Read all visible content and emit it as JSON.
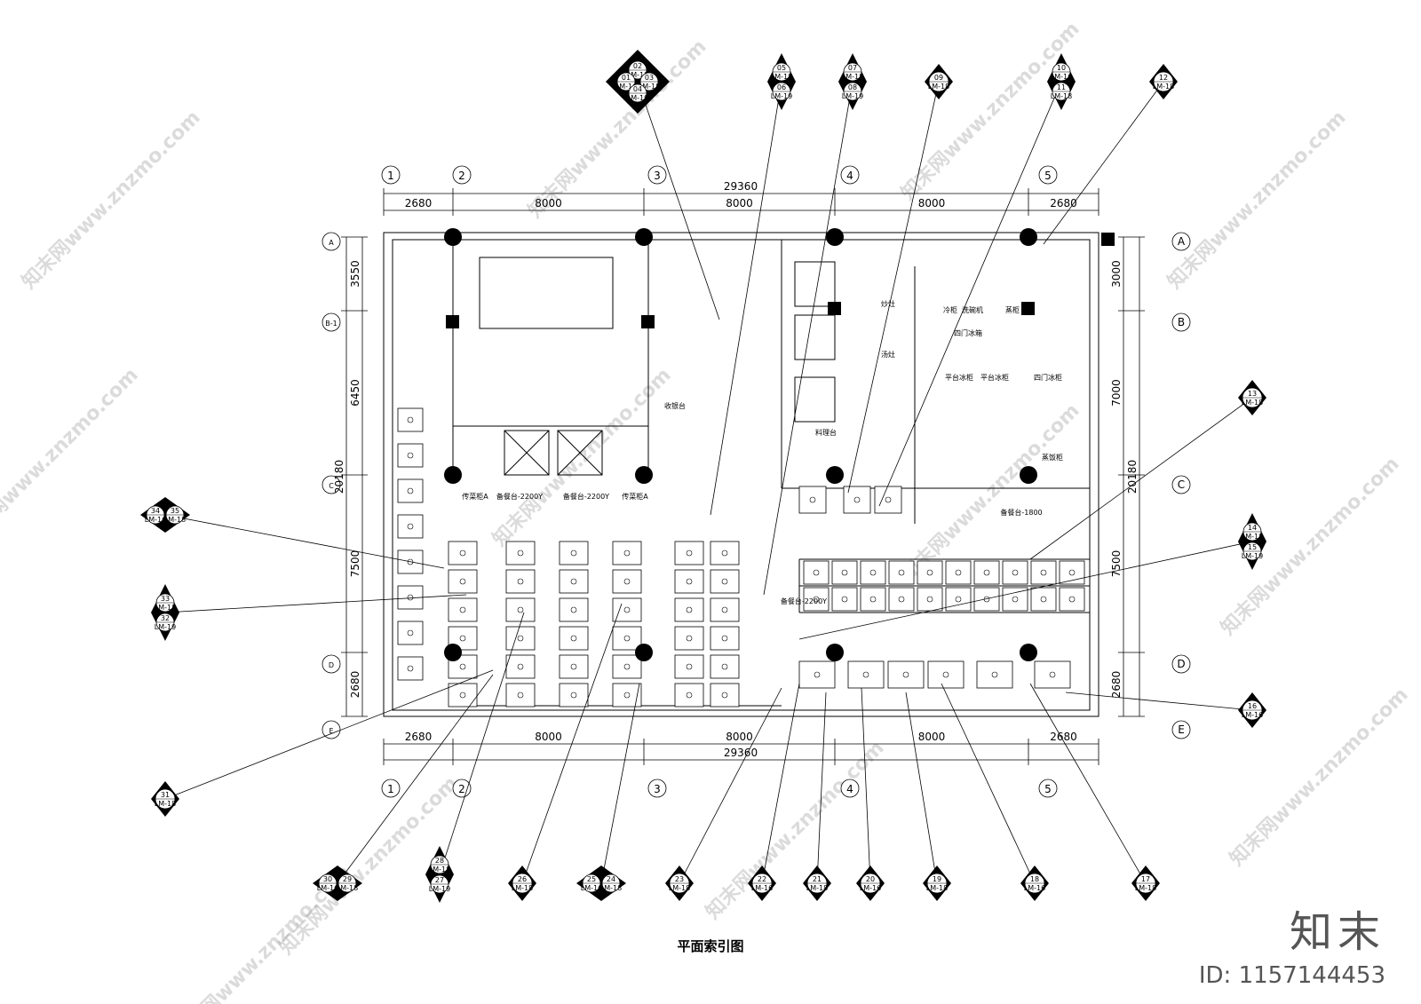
{
  "drawing_title": "平面索引图",
  "dimensions": {
    "top_total": "29360",
    "top_segments": [
      "2680",
      "8000",
      "8000",
      "8000",
      "2680"
    ],
    "bottom_total": "29360",
    "bottom_segments": [
      "2680",
      "8000",
      "8000",
      "8000",
      "2680"
    ],
    "left_total": "20180",
    "left_segments": [
      "3550",
      "6450",
      "7500",
      "2680"
    ],
    "right_total": "20180",
    "right_segments": [
      "3000",
      "7000",
      "7500",
      "2680"
    ]
  },
  "grid_columns": [
    "1",
    "2",
    "3",
    "4",
    "5"
  ],
  "grid_rows_left": [
    "A",
    "B-1",
    "C",
    "D",
    "E"
  ],
  "grid_rows_right": [
    "A",
    "B",
    "C",
    "D",
    "E"
  ],
  "room_labels": {
    "cashier": "收银台",
    "counter1": "传菜柜A",
    "counter2": "备餐台-2200Y",
    "counter3": "备餐台-2200Y",
    "counter4": "传菜柜A",
    "prep": "料理台",
    "k1": "冷柜",
    "k2": "洗碗机",
    "k3": "蒸柜",
    "k4": "四门冰箱",
    "k5": "平台冰柜",
    "k6": "平台冰柜",
    "k7": "四门冰柜",
    "k8": "备餐台-1800",
    "k9": "蒸饭柜",
    "k10": "备餐台-2200Y",
    "k11": "炒灶",
    "k12": "汤灶"
  },
  "index_symbols": [
    {
      "nums": [
        "02",
        "01",
        "03",
        "04"
      ],
      "sheets": [
        "LM-18",
        "LM-16",
        "LM-18",
        "LM-19"
      ]
    },
    {
      "nums": [
        "05",
        "06"
      ],
      "sheets": [
        "LM-18",
        "LM-19"
      ]
    },
    {
      "nums": [
        "07",
        "08"
      ],
      "sheets": [
        "LM-18",
        "LM-19"
      ]
    },
    {
      "nums": [
        "09"
      ],
      "sheets": [
        "LM-18"
      ]
    },
    {
      "nums": [
        "10",
        "11"
      ],
      "sheets": [
        "LM-16",
        "LM-18"
      ]
    },
    {
      "nums": [
        "12"
      ],
      "sheets": [
        "LM-18"
      ]
    },
    {
      "nums": [
        "13"
      ],
      "sheets": [
        "LM-18"
      ]
    },
    {
      "nums": [
        "14",
        "15"
      ],
      "sheets": [
        "LM-18",
        "LM-19"
      ]
    },
    {
      "nums": [
        "16"
      ],
      "sheets": [
        "LM-16"
      ]
    },
    {
      "nums": [
        "17"
      ],
      "sheets": [
        "LM-18"
      ]
    },
    {
      "nums": [
        "18"
      ],
      "sheets": [
        "LM-16"
      ]
    },
    {
      "nums": [
        "19"
      ],
      "sheets": [
        "LM-18"
      ]
    },
    {
      "nums": [
        "20"
      ],
      "sheets": [
        "LM-16"
      ]
    },
    {
      "nums": [
        "21"
      ],
      "sheets": [
        "LM-18"
      ]
    },
    {
      "nums": [
        "22"
      ],
      "sheets": [
        "LM-16"
      ]
    },
    {
      "nums": [
        "23"
      ],
      "sheets": [
        "LM-18"
      ]
    },
    {
      "nums": [
        "25",
        "24"
      ],
      "sheets": [
        "LM-16",
        "LM-18"
      ]
    },
    {
      "nums": [
        "26"
      ],
      "sheets": [
        "LM-18"
      ]
    },
    {
      "nums": [
        "28",
        "27"
      ],
      "sheets": [
        "LM-18",
        "LM-19"
      ]
    },
    {
      "nums": [
        "30",
        "29"
      ],
      "sheets": [
        "LM-16",
        "LM-18"
      ]
    },
    {
      "nums": [
        "31"
      ],
      "sheets": [
        "LM-18"
      ]
    },
    {
      "nums": [
        "33",
        "32"
      ],
      "sheets": [
        "LM-18",
        "LM-19"
      ]
    },
    {
      "nums": [
        "34",
        "35"
      ],
      "sheets": [
        "LM-16",
        "LM-18"
      ]
    }
  ],
  "watermark_text": "知末网www.znzmo.com",
  "logo_text": "知末",
  "logo_id": "ID: 1157144453"
}
